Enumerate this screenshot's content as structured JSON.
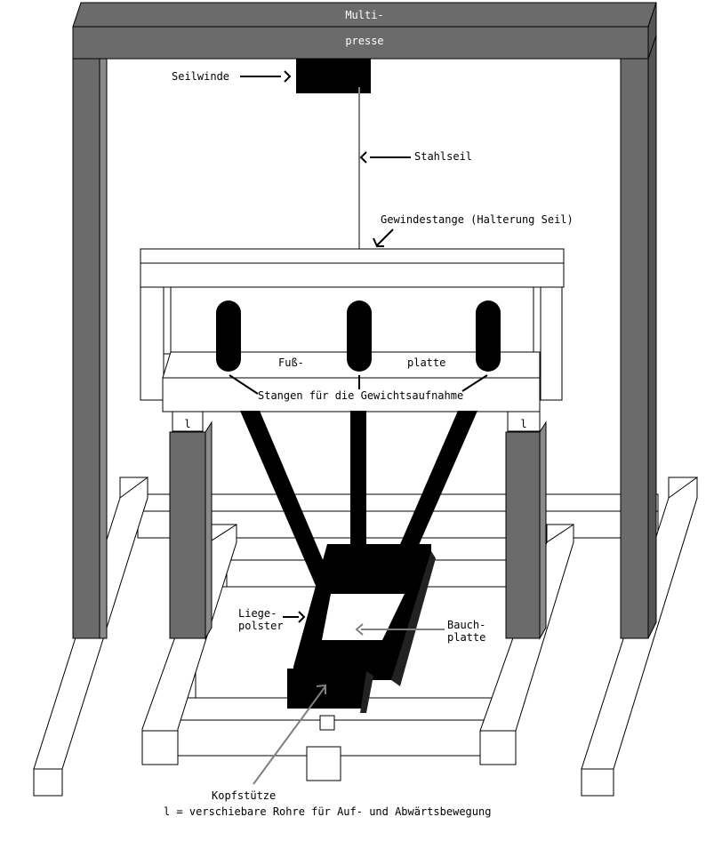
{
  "diagram": {
    "title_line1": "Multi-",
    "title_line2": "presse",
    "labels": {
      "winch": "Seilwinde",
      "steel_cable": "Stahlseil",
      "threaded_rod": "Gewindestange (Halterung Seil)",
      "foot_plate_left": "Fuß-",
      "foot_plate_right": "platte",
      "weight_rods": "Stangen für die Gewichtsaufnahme",
      "tube_marker_left": "l",
      "tube_marker_right": "l",
      "bench_pad_line1": "Liege-",
      "bench_pad_line2": "polster",
      "belly_plate_line1": "Bauch-",
      "belly_plate_line2": "platte",
      "head_rest": "Kopfstütze",
      "legend": "l = verschiebare Rohre für Auf- und Abwärtsbewegung"
    },
    "colors": {
      "frame_dark": "#6b6b6b",
      "frame_side": "#8a8a8a",
      "black": "#000000",
      "outline": "#000000",
      "fill_light": "#ffffff",
      "cable": "#808080"
    }
  }
}
